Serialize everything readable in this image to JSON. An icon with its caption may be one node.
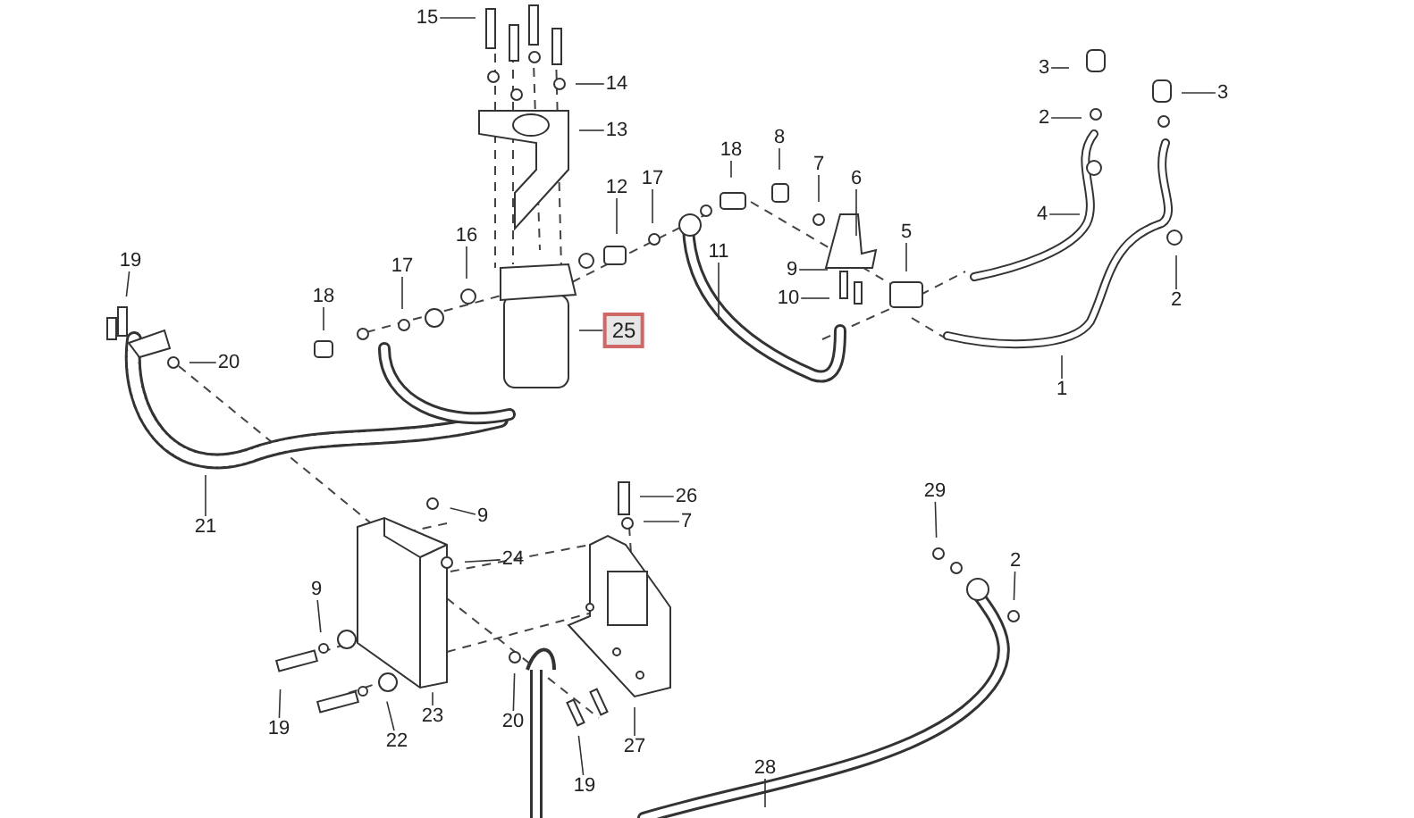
{
  "diagram": {
    "nodes": [
      {
        "text": [
          "15"
        ]
      },
      {
        "text": [
          "3"
        ]
      },
      {
        "text": [
          "14"
        ]
      },
      {
        "text": [
          "3"
        ]
      },
      {
        "text": [
          "2"
        ]
      },
      {
        "text": [
          "13"
        ]
      },
      {
        "text": [
          "8"
        ]
      },
      {
        "text": [
          "18"
        ]
      },
      {
        "text": [
          "7"
        ]
      },
      {
        "text": [
          "12"
        ]
      },
      {
        "text": [
          "17"
        ]
      },
      {
        "text": [
          "6"
        ]
      },
      {
        "text": [
          "4"
        ]
      },
      {
        "text": [
          "5"
        ]
      },
      {
        "text": [
          "16"
        ]
      },
      {
        "text": [
          "11"
        ]
      },
      {
        "text": [
          "19"
        ]
      },
      {
        "text": [
          "17"
        ]
      },
      {
        "text": [
          "9"
        ]
      },
      {
        "text": [
          "18"
        ]
      },
      {
        "text": [
          "10"
        ]
      },
      {
        "text": [
          "2"
        ]
      },
      {
        "text": [
          "25"
        ]
      },
      {
        "text": [
          "20"
        ]
      },
      {
        "text": [
          "1"
        ]
      },
      {
        "text": [
          "26"
        ]
      },
      {
        "text": [
          "29"
        ]
      },
      {
        "text": [
          "9"
        ]
      },
      {
        "text": [
          "21"
        ]
      },
      {
        "text": [
          "7"
        ]
      },
      {
        "text": [
          "24"
        ]
      },
      {
        "text": [
          "2"
        ]
      },
      {
        "text": [
          "9"
        ]
      },
      {
        "text": [
          "19"
        ]
      },
      {
        "text": [
          "23"
        ]
      },
      {
        "text": [
          "20"
        ]
      },
      {
        "text": [
          "22"
        ]
      },
      {
        "text": [
          "27"
        ]
      },
      {
        "text": [
          "28"
        ]
      },
      {
        "text": [
          "19"
        ]
      }
    ],
    "edges": [
      {
        "from": 0,
        "to": null,
        "arrow": "none"
      },
      {
        "from": 1,
        "to": null,
        "arrow": "none"
      },
      {
        "from": 2,
        "to": null,
        "arrow": "none"
      },
      {
        "from": 3,
        "to": null,
        "arrow": "none"
      },
      {
        "from": 4,
        "to": null,
        "arrow": "none"
      },
      {
        "from": 5,
        "to": null,
        "arrow": "none"
      },
      {
        "from": 6,
        "to": null,
        "arrow": "none"
      },
      {
        "from": 7,
        "to": null,
        "arrow": "none"
      },
      {
        "from": 8,
        "to": null,
        "arrow": "none"
      },
      {
        "from": 9,
        "to": null,
        "arrow": "none"
      },
      {
        "from": 10,
        "to": null,
        "arrow": "none"
      },
      {
        "from": 11,
        "to": null,
        "arrow": "none"
      },
      {
        "from": 12,
        "to": null,
        "arrow": "none"
      },
      {
        "from": 13,
        "to": null,
        "arrow": "none"
      },
      {
        "from": 14,
        "to": null,
        "arrow": "none"
      },
      {
        "from": 15,
        "to": null,
        "arrow": "none"
      },
      {
        "from": 16,
        "to": null,
        "arrow": "none"
      },
      {
        "from": 17,
        "to": null,
        "arrow": "none"
      },
      {
        "from": 18,
        "to": null,
        "arrow": "none"
      },
      {
        "from": 19,
        "to": null,
        "arrow": "none"
      },
      {
        "from": 20,
        "to": null,
        "arrow": "none"
      },
      {
        "from": 21,
        "to": null,
        "arrow": "none"
      },
      {
        "from": 22,
        "to": null,
        "arrow": "none"
      },
      {
        "from": 23,
        "to": null,
        "arrow": "none"
      },
      {
        "from": 24,
        "to": null,
        "arrow": "none"
      },
      {
        "from": 25,
        "to": null,
        "arrow": "none"
      },
      {
        "from": 26,
        "to": null,
        "arrow": "none"
      },
      {
        "from": 27,
        "to": null,
        "arrow": "none"
      },
      {
        "from": 28,
        "to": null,
        "arrow": "none"
      },
      {
        "from": 29,
        "to": null,
        "arrow": "none"
      },
      {
        "from": 30,
        "to": null,
        "arrow": "none"
      },
      {
        "from": 31,
        "to": null,
        "arrow": "none"
      },
      {
        "from": 32,
        "to": null,
        "arrow": "none"
      },
      {
        "from": 33,
        "to": null,
        "arrow": "none"
      },
      {
        "from": 34,
        "to": null,
        "arrow": "none"
      },
      {
        "from": 35,
        "to": null,
        "arrow": "none"
      },
      {
        "from": 36,
        "to": null,
        "arrow": "none"
      },
      {
        "from": 37,
        "to": null,
        "arrow": "none"
      },
      {
        "from": 38,
        "to": null,
        "arrow": "none"
      },
      {
        "from": 39,
        "to": null,
        "arrow": "none"
      }
    ]
  }
}
